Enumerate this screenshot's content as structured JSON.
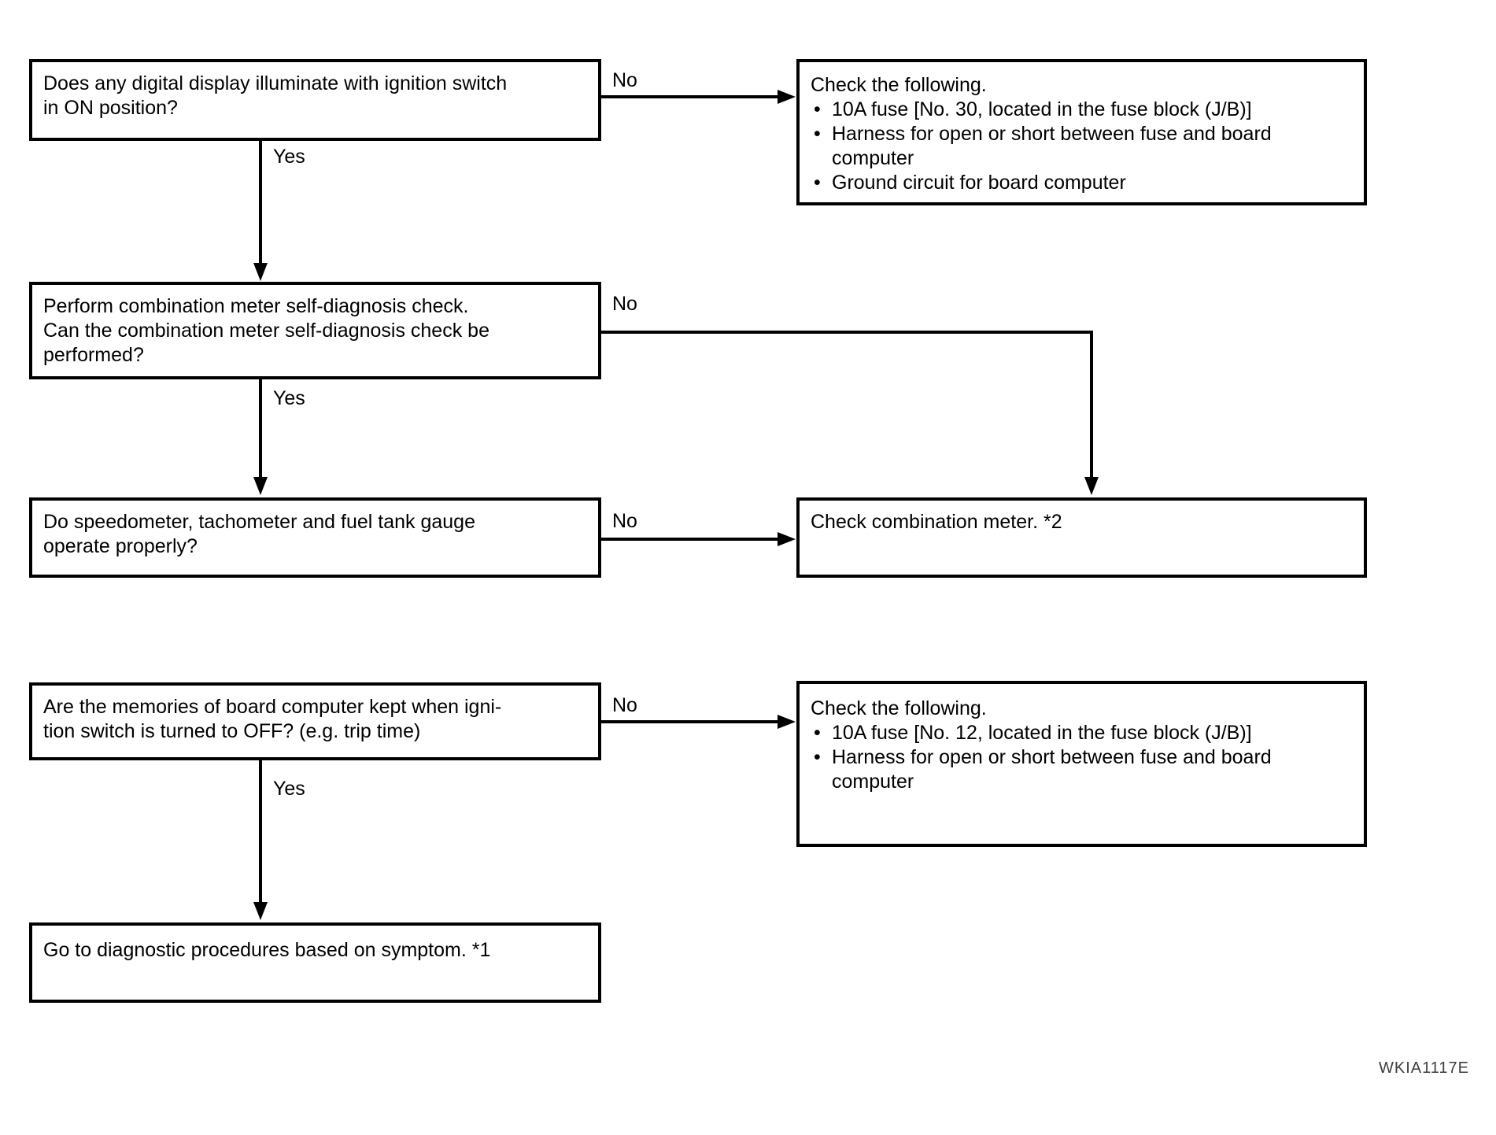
{
  "figure_code": "WKIA1117E",
  "colors": {
    "line": "#000000",
    "background": "#ffffff",
    "code_text": "#3d3d3d"
  },
  "labels": {
    "yes": "Yes",
    "no": "No"
  },
  "nodes": {
    "q1": {
      "lines": [
        "Does any digital display illuminate with ignition switch",
        "in ON position?"
      ]
    },
    "a1": {
      "segments": [
        {
          "t": "line",
          "text": "Check the following."
        },
        {
          "t": "bullet",
          "text": "10A fuse [No. 30, located in the fuse block (J/B)]"
        },
        {
          "t": "bullet",
          "text": "Harness for open or short between fuse and board"
        },
        {
          "t": "cont",
          "text": "computer"
        },
        {
          "t": "bullet",
          "text": "Ground circuit for board computer"
        }
      ]
    },
    "q2": {
      "lines": [
        "Perform combination meter self-diagnosis check.",
        "Can the combination meter self-diagnosis check be",
        "performed?"
      ]
    },
    "a2": {
      "lines": [
        "Check combination meter. *2"
      ]
    },
    "q3": {
      "lines": [
        "Do speedometer, tachometer and fuel tank gauge",
        "operate properly?"
      ]
    },
    "q4": {
      "lines": [
        "Are the memories of board computer kept when igni-",
        "tion switch is turned to OFF? (e.g. trip time)"
      ]
    },
    "a3": {
      "segments": [
        {
          "t": "line",
          "text": "Check the following."
        },
        {
          "t": "bullet",
          "text": "10A fuse [No. 12, located in the fuse block (J/B)]"
        },
        {
          "t": "bullet",
          "text": "Harness  for open or short between fuse and board"
        },
        {
          "t": "cont",
          "text": "computer"
        }
      ]
    },
    "end": {
      "lines": [
        "Go to diagnostic procedures based on symptom. *1"
      ]
    }
  }
}
